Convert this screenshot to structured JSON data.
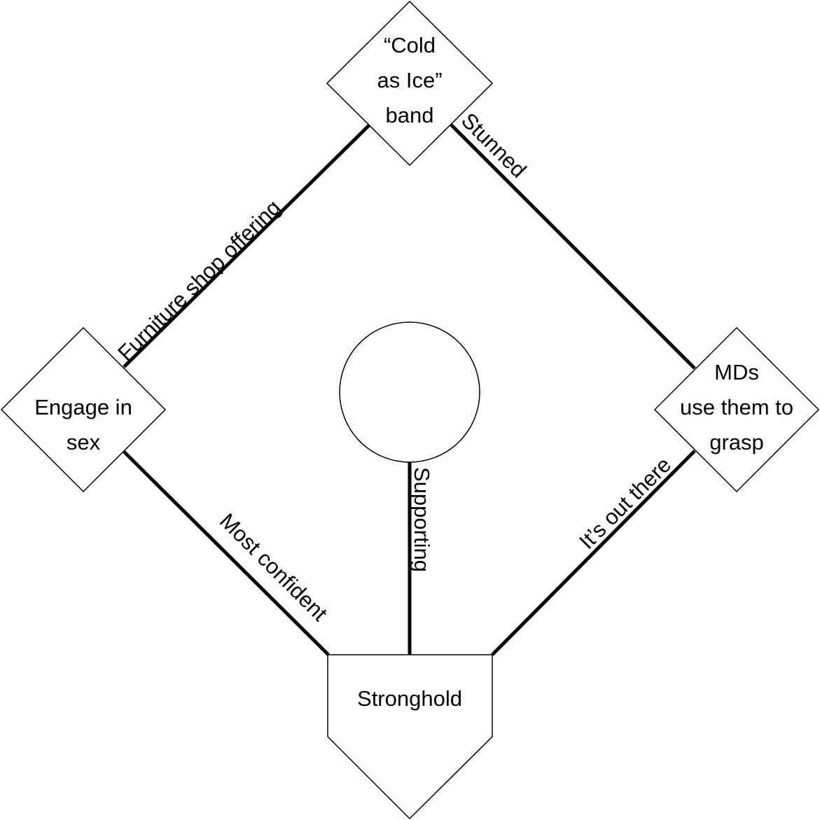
{
  "diagram": {
    "type": "baseball-diamond",
    "colors": {
      "stroke": "#000000",
      "fill": "#ffffff",
      "background": "#ffffff"
    },
    "nodes": {
      "top": {
        "shape": "diamond",
        "lines": [
          "“Cold",
          "as Ice”",
          "band"
        ]
      },
      "left": {
        "shape": "diamond",
        "lines": [
          "Engage in",
          "sex"
        ]
      },
      "right": {
        "shape": "diamond",
        "lines": [
          "MDs",
          "use them to",
          "grasp"
        ]
      },
      "center": {
        "shape": "circle",
        "lines": []
      },
      "bottom": {
        "shape": "home-plate",
        "lines": [
          "Stronghold"
        ]
      }
    },
    "edges": {
      "left_to_top": {
        "label": "Furniture shop offering"
      },
      "top_to_right": {
        "label": "Stunned"
      },
      "left_to_bottom": {
        "label": "Most confident"
      },
      "right_to_bottom": {
        "label": "It’s out there"
      },
      "center_to_bottom": {
        "label": "Supporting"
      }
    }
  }
}
